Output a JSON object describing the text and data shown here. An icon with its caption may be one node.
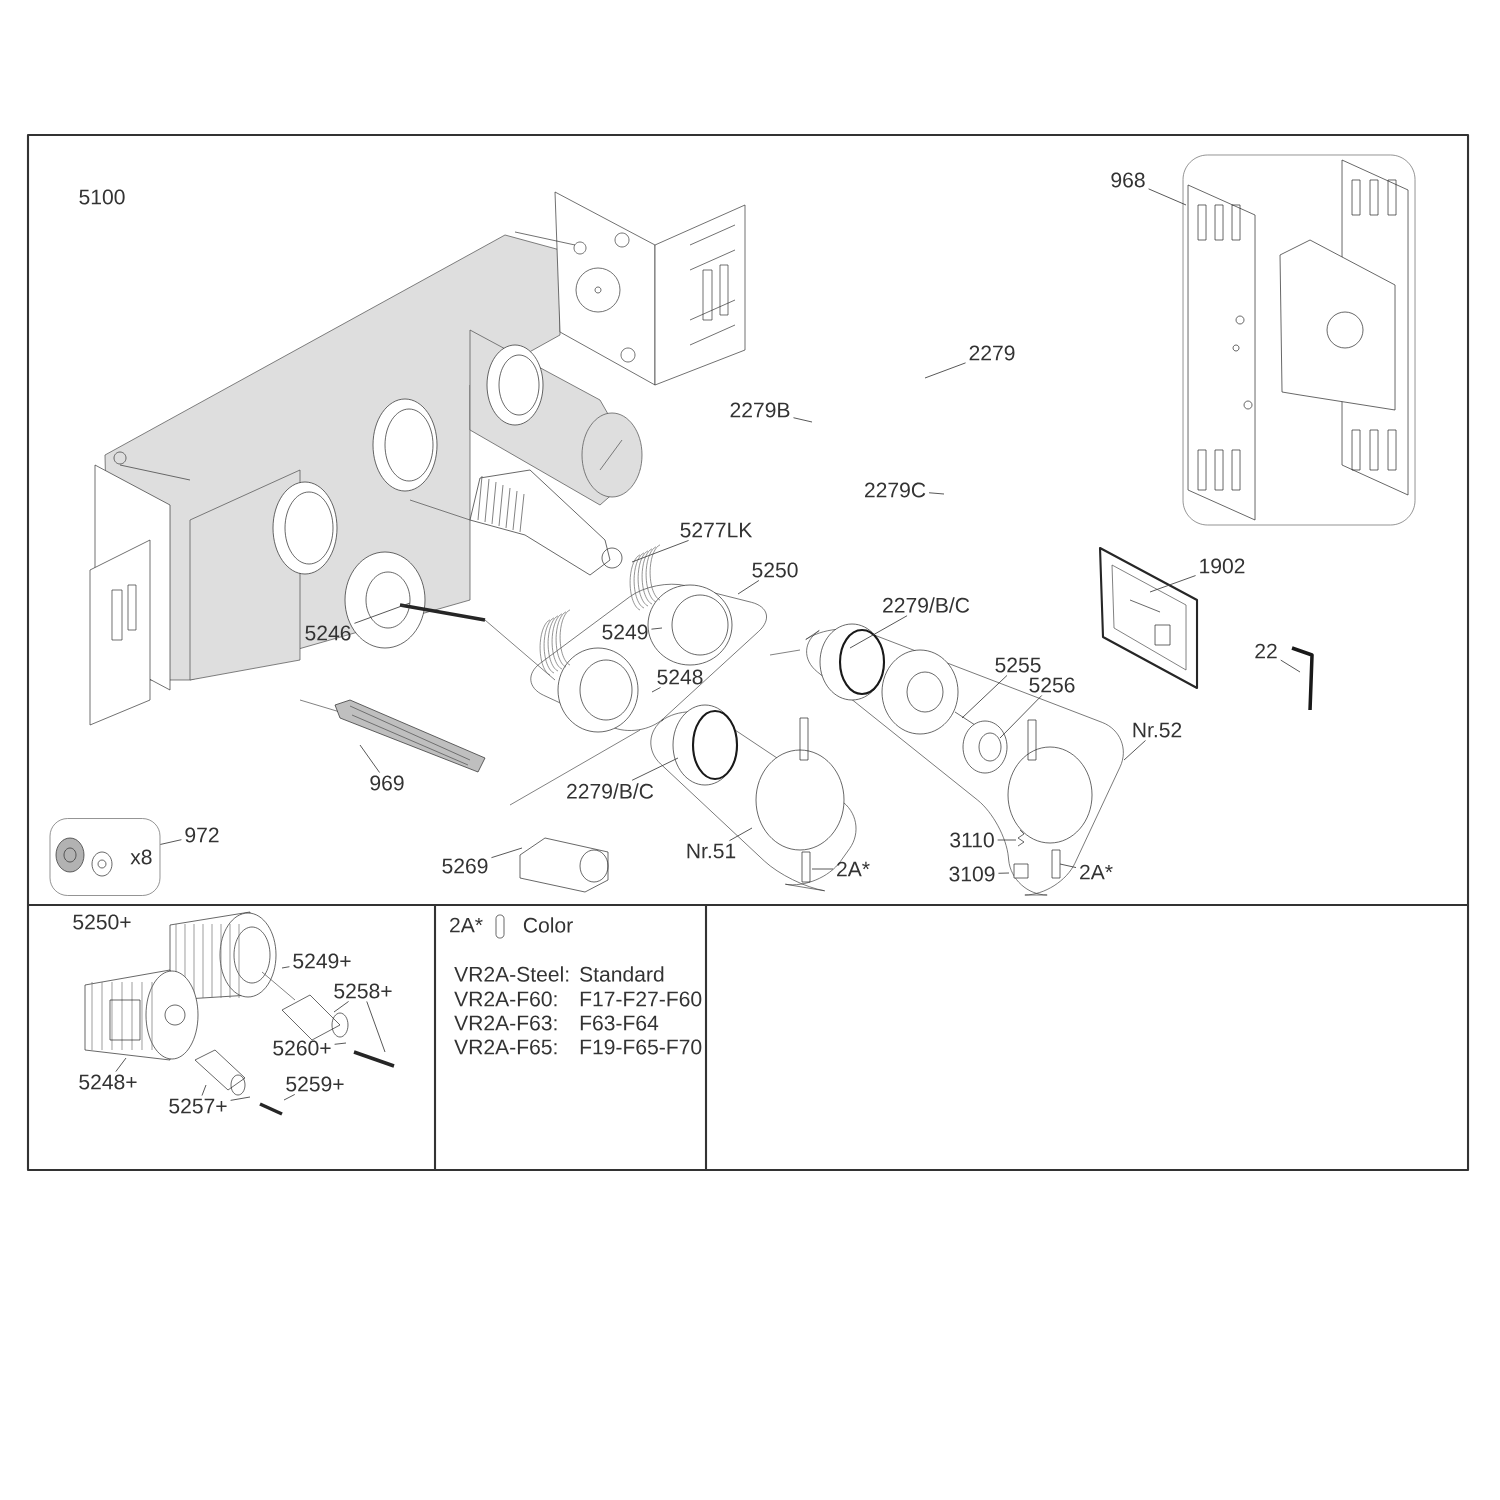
{
  "diagram": {
    "nodes": [
      {
        "text": [
          "968"
        ]
      },
      {
        "text": [
          "2279"
        ]
      },
      {
        "text": [
          "2279B"
        ]
      },
      {
        "text": [
          "2279C"
        ]
      },
      {
        "text": [
          "5277LK"
        ]
      },
      {
        "text": [
          "5250"
        ]
      },
      {
        "text": [
          "1902"
        ]
      },
      {
        "text": [
          "5246"
        ]
      },
      {
        "text": [
          "5249"
        ]
      },
      {
        "text": [
          "2279/B/C"
        ]
      },
      {
        "text": [
          "5255"
        ]
      },
      {
        "text": [
          "5256"
        ]
      },
      {
        "text": [
          "22"
        ]
      },
      {
        "text": [
          "5248"
        ]
      },
      {
        "text": [
          "Nr.52"
        ]
      },
      {
        "text": [
          "969"
        ]
      },
      {
        "text": [
          "2279/B/C"
        ]
      },
      {
        "text": [
          "972"
        ]
      },
      {
        "text": [
          "Nr.51"
        ]
      },
      {
        "text": [
          "5269"
        ]
      },
      {
        "text": [
          "3110"
        ]
      },
      {
        "text": [
          "3109"
        ]
      },
      {
        "text": [
          "2A*"
        ]
      },
      {
        "text": [
          "2A*"
        ]
      },
      {
        "text": [
          "5249+"
        ]
      },
      {
        "text": [
          "5258+"
        ]
      },
      {
        "text": [
          "5260+"
        ]
      },
      {
        "text": [
          "5248+"
        ]
      },
      {
        "text": [
          "5259+"
        ]
      },
      {
        "text": [
          "5257+"
        ]
      },
      {
        "text": [
          "x8"
        ]
      }
    ],
    "edges": [
      {
        "from": 0,
        "to": null,
        "arrow": "none"
      },
      {
        "from": 1,
        "to": null,
        "arrow": "none"
      },
      {
        "from": 2,
        "to": null,
        "arrow": "none"
      },
      {
        "from": 3,
        "to": null,
        "arrow": "none"
      },
      {
        "from": 4,
        "to": null,
        "arrow": "none"
      },
      {
        "from": 5,
        "to": null,
        "arrow": "none"
      },
      {
        "from": 6,
        "to": null,
        "arrow": "none"
      },
      {
        "from": 7,
        "to": null,
        "arrow": "none"
      },
      {
        "from": 8,
        "to": null,
        "arrow": "none"
      },
      {
        "from": 9,
        "to": null,
        "arrow": "none"
      },
      {
        "from": 10,
        "to": null,
        "arrow": "none"
      },
      {
        "from": 11,
        "to": null,
        "arrow": "none"
      },
      {
        "from": 12,
        "to": null,
        "arrow": "none"
      },
      {
        "from": 13,
        "to": null,
        "arrow": "none"
      },
      {
        "from": 14,
        "to": null,
        "arrow": "none"
      },
      {
        "from": 15,
        "to": null,
        "arrow": "none"
      },
      {
        "from": 16,
        "to": null,
        "arrow": "none"
      },
      {
        "from": 17,
        "to": 30,
        "arrow": "none"
      },
      {
        "from": 18,
        "to": null,
        "arrow": "none"
      },
      {
        "from": 19,
        "to": null,
        "arrow": "none"
      },
      {
        "from": 20,
        "to": null,
        "arrow": "none"
      },
      {
        "from": 21,
        "to": null,
        "arrow": "none"
      },
      {
        "from": 22,
        "to": null,
        "arrow": "none"
      },
      {
        "from": 23,
        "to": null,
        "arrow": "none"
      },
      {
        "from": 24,
        "to": null,
        "arrow": "none"
      },
      {
        "from": 25,
        "to": null,
        "arrow": "none"
      },
      {
        "from": 25,
        "to": null,
        "arrow": "none"
      },
      {
        "from": 26,
        "to": null,
        "arrow": "none"
      },
      {
        "from": 27,
        "to": null,
        "arrow": "none"
      },
      {
        "from": 28,
        "to": null,
        "arrow": "none"
      },
      {
        "from": 29,
        "to": null,
        "arrow": "none"
      },
      {
        "from": 29,
        "to": null,
        "arrow": "none"
      }
    ],
    "labels": [
      "5100",
      "5250+",
      "2A*",
      "Color",
      "VR2A-Steel:",
      "Standard",
      "VR2A-F60:",
      "F17-F27-F60",
      "VR2A-F63:",
      "F63-F64",
      "VR2A-F65:",
      "F19-F65-F70"
    ]
  }
}
